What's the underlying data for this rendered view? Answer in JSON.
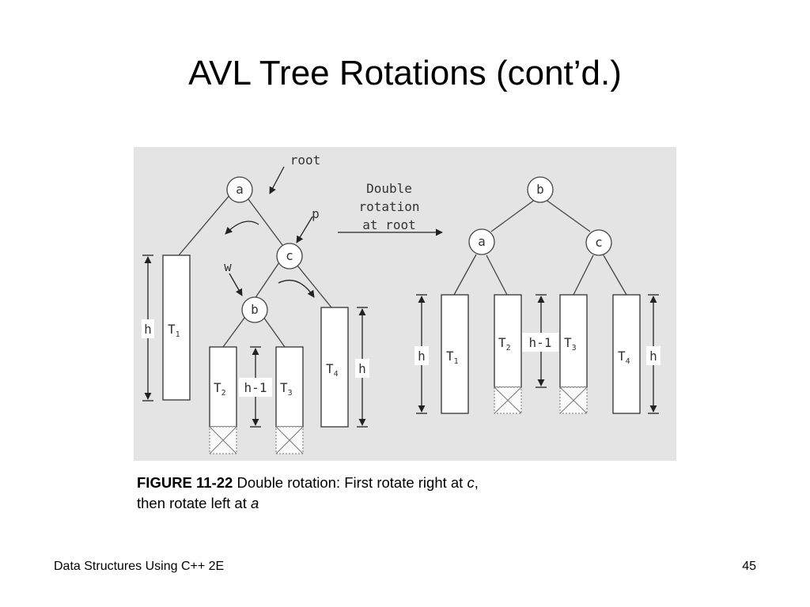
{
  "slide": {
    "title": "AVL Tree Rotations (cont’d.)",
    "caption_label": "FIGURE 11-22",
    "caption_text_1": " Double rotation: First rotate right at ",
    "caption_em_1": "c",
    "caption_text_2": ",",
    "caption_text_3": "then rotate left at ",
    "caption_em_2": "a",
    "footer_left": "Data Structures Using C++ 2E",
    "page_number": "45"
  },
  "diagram": {
    "label_root": "root",
    "label_p": "p",
    "label_w": "w",
    "arrow_label_1": "Double",
    "arrow_label_2": "rotation",
    "arrow_label_3": "at root",
    "node_a": "a",
    "node_b": "b",
    "node_c": "c",
    "subtree_t": "T",
    "sub_1": "1",
    "sub_2": "2",
    "sub_3": "3",
    "sub_4": "4",
    "height_h": "h",
    "height_h_minus_1": "h-1"
  }
}
